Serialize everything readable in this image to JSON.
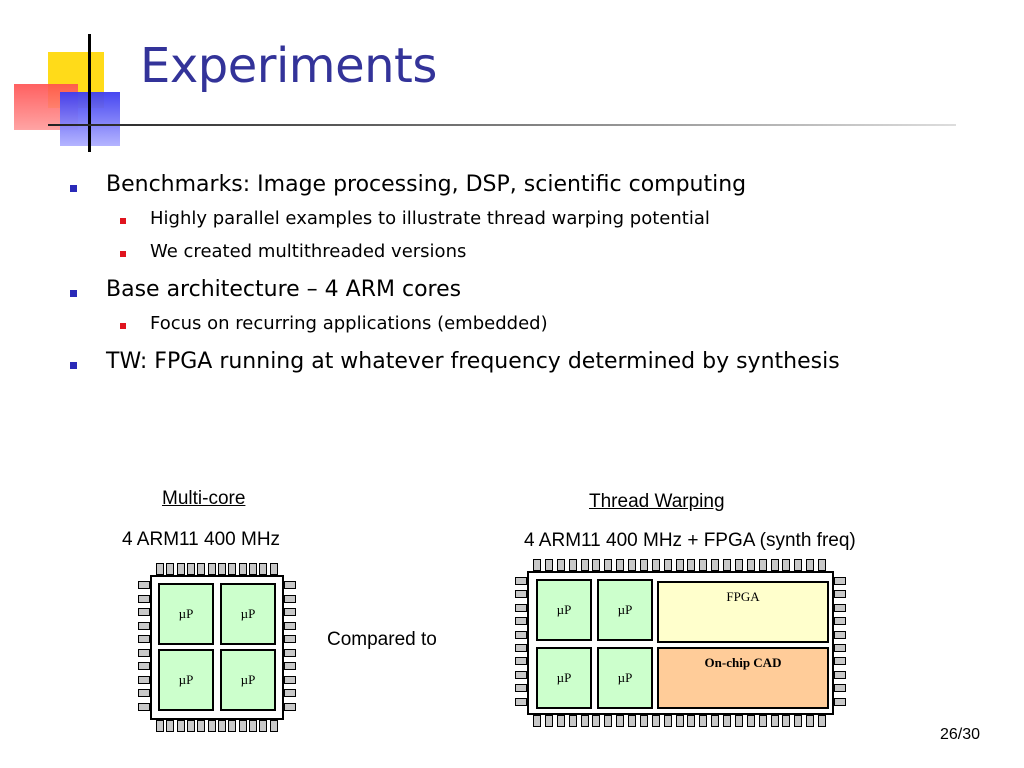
{
  "slide": {
    "title": "Experiments",
    "bullets": [
      {
        "text": "Benchmarks: Image processing, DSP, scientific computing",
        "sub": [
          "Highly parallel examples to illustrate thread warping potential",
          "We created multithreaded versions"
        ]
      },
      {
        "text": "Base architecture – 4 ARM cores",
        "sub": [
          "Focus on recurring applications (embedded)"
        ]
      },
      {
        "text": "TW: FPGA running at whatever frequency determined by synthesis",
        "sub": []
      }
    ],
    "page_number": "26/30"
  },
  "diagram": {
    "left": {
      "heading": "Multi-core",
      "subtitle": "4 ARM11 400 MHz",
      "cells": [
        "µP",
        "µP",
        "µP",
        "µP"
      ]
    },
    "middle_label": "Compared to",
    "right": {
      "heading": "Thread Warping",
      "subtitle": "4 ARM11 400 MHz + FPGA (synth freq)",
      "cells": [
        "µP",
        "µP",
        "µP",
        "µP"
      ],
      "fpga_label": "FPGA",
      "cad_label": "On-chip CAD"
    }
  },
  "colors": {
    "title": "#333399",
    "bullet_l1": "#2a2ab8",
    "bullet_l2": "#e0141e",
    "uP_fill": "#ccffcc",
    "fpga_fill": "#ffffcc",
    "cad_fill": "#ffcc99"
  }
}
